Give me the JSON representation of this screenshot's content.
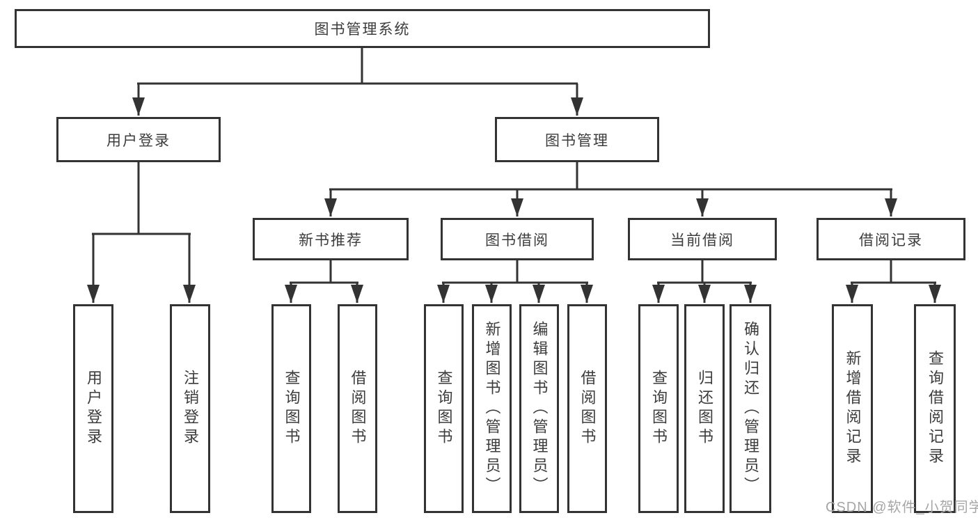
{
  "colors": {
    "line-color": "#333333",
    "text-color": "#3c3c3c",
    "watermark-color": "#a6a6a6",
    "bg-color": "#ffffff"
  },
  "watermark": "CSDN @软件_小贺同学",
  "tree": {
    "root": {
      "label": "图书管理系统",
      "children": [
        {
          "label": "用户登录",
          "children": [
            {
              "label": "用户登录"
            },
            {
              "label": "注销登录"
            }
          ]
        },
        {
          "label": "图书管理",
          "children": [
            {
              "label": "新书推荐",
              "children": [
                {
                  "label": "查询图书"
                },
                {
                  "label": "借阅图书"
                }
              ]
            },
            {
              "label": "图书借阅",
              "children": [
                {
                  "label": "查询图书"
                },
                {
                  "label": "新增图书（管理员）"
                },
                {
                  "label": "编辑图书（管理员）"
                },
                {
                  "label": "借阅图书"
                }
              ]
            },
            {
              "label": "当前借阅",
              "children": [
                {
                  "label": "查询图书"
                },
                {
                  "label": "归还图书"
                },
                {
                  "label": "确认归还（管理员）"
                }
              ]
            },
            {
              "label": "借阅记录",
              "children": [
                {
                  "label": "新增借阅记录"
                },
                {
                  "label": "查询借阅记录"
                }
              ]
            }
          ]
        }
      ]
    }
  }
}
